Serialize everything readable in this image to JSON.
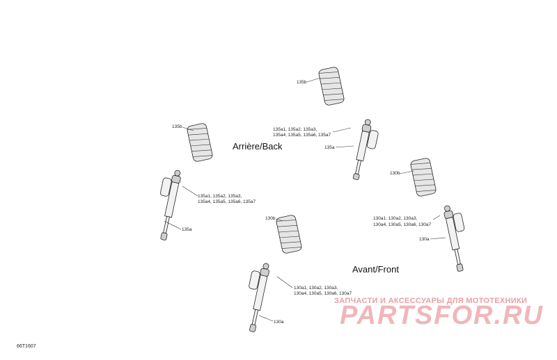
{
  "labels": {
    "spring_rear_top": "135b",
    "spring_rear_left": "135b",
    "spring_front_right": "130b",
    "spring_front_center": "130b",
    "shock_rear_top_codes_1": "135a1, 135a2, 135a3,",
    "shock_rear_top_codes_2": "135a4, 135a5, 135a6, 135a7",
    "shock_rear_top_ref": "135a",
    "shock_rear_left_codes_1": "135a1, 135a2, 135a3,",
    "shock_rear_left_codes_2": "135a4, 135a5, 135a6, 135a7",
    "shock_rear_left_ref": "135a",
    "shock_front_right_codes_1": "130a1, 130a2, 130a3,",
    "shock_front_right_codes_2": "130a4, 130a5, 130a6, 130a7",
    "shock_front_right_ref": "130a",
    "shock_front_center_codes_1": "130a1, 130a2, 130a3,",
    "shock_front_center_codes_2": "130a4, 130a5, 130a6, 130a7",
    "shock_front_center_ref": "130a"
  },
  "sections": {
    "rear": "Arrière/Back",
    "front": "Avant/Front"
  },
  "watermark": {
    "tagline": "ЗАПЧАСТИ И АКСЕССУАРЫ ДЛЯ МОТОТЕХНИКИ",
    "brand": "PARTSFOR.RU"
  },
  "diagram_code": "66T1607"
}
